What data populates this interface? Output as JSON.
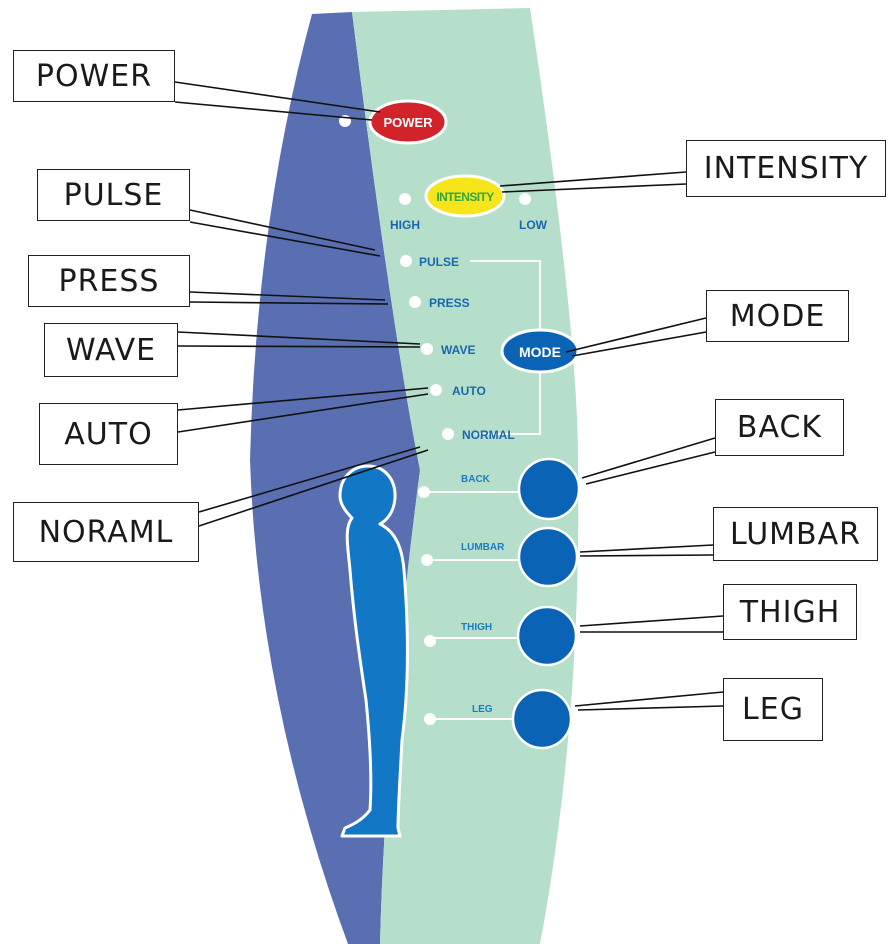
{
  "colors": {
    "left_panel": "#5a6fb2",
    "right_panel": "#b6dfcb",
    "button_blue": "#0a63b5",
    "power_red": "#d2232a",
    "intensity_yellow": "#f6e51a",
    "intensity_text": "#35a63c",
    "led_white": "#ffffff",
    "label_blue": "#1a67b0",
    "body_blue": "#1278c6"
  },
  "panel": {
    "power_button": "POWER",
    "intensity_button": "INTENSITY",
    "mode_button": "MODE",
    "high_label": "HIGH",
    "low_label": "LOW",
    "modes": [
      "PULSE",
      "PRESS",
      "WAVE",
      "AUTO",
      "NORMAL"
    ],
    "zones": [
      "BACK",
      "LUMBAR",
      "THIGH",
      "LEG"
    ]
  },
  "callouts": {
    "power": "POWER",
    "intensity": "INTENSITY",
    "pulse": "PULSE",
    "press": "PRESS",
    "wave": "WAVE",
    "mode": "MODE",
    "auto": "AUTO",
    "back": "BACK",
    "normal": "NORAML",
    "lumbar": "LUMBAR",
    "thigh": "THIGH",
    "leg": "LEG"
  }
}
